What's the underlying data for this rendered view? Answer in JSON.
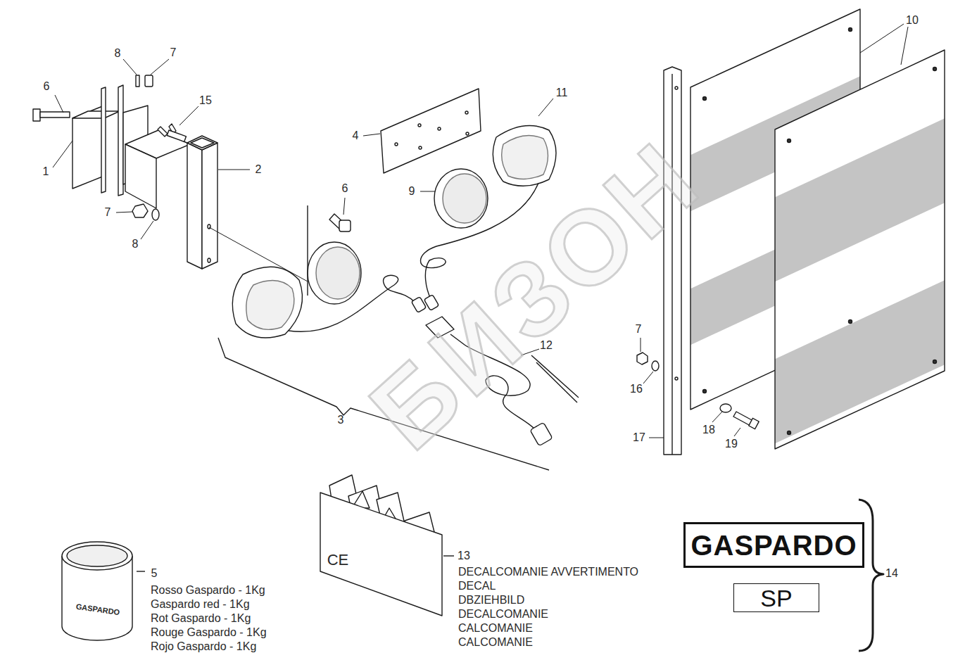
{
  "diagram": {
    "nodes": [
      {
        "text": [
          "GASPARDO"
        ]
      },
      {
        "text": [
          "SP"
        ]
      }
    ],
    "edges": [],
    "labels": [
      "8",
      "7",
      "6",
      "15",
      "1",
      "2",
      "4",
      "11",
      "10",
      "9",
      "7",
      "8",
      "6",
      "3",
      "12",
      "7",
      "16",
      "18",
      "19",
      "17",
      "13",
      "14",
      "5",
      "Rosso Gaspardo - 1Kg",
      "Gaspardo red - 1Kg",
      "Rot Gaspardo - 1Kg",
      "Rouge Gaspardo - 1Kg",
      "Rojo Gaspardo - 1Kg",
      "DECALCOMANIE AVVERTIMENTO",
      "DECAL",
      "DBZIEHBILD",
      "DECALCOMANIE",
      "CALCOMANIE",
      "CALCOMANIE",
      "GASPARDO",
      "CE",
      "БИЗОН"
    ]
  }
}
